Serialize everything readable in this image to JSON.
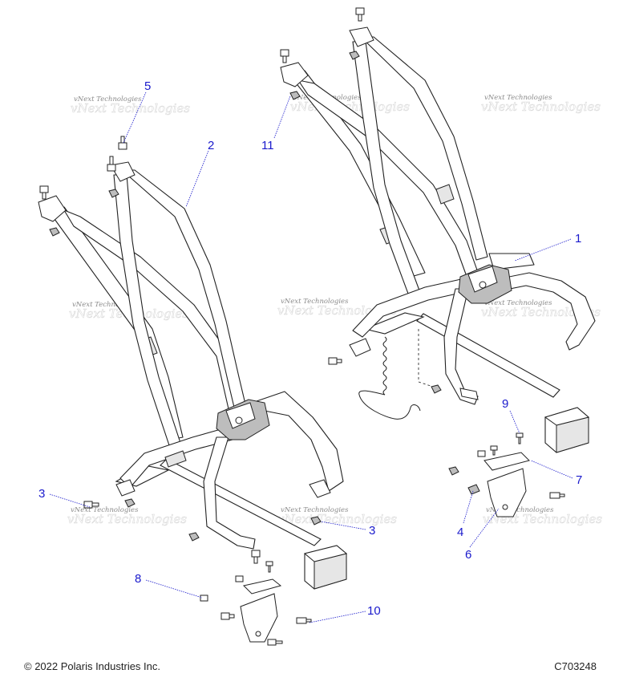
{
  "callouts": [
    {
      "id": "c1",
      "label": "1"
    },
    {
      "id": "c2",
      "label": "2"
    },
    {
      "id": "c3a",
      "label": "3"
    },
    {
      "id": "c3b",
      "label": "3"
    },
    {
      "id": "c4",
      "label": "4"
    },
    {
      "id": "c5",
      "label": "5"
    },
    {
      "id": "c6",
      "label": "6"
    },
    {
      "id": "c7",
      "label": "7"
    },
    {
      "id": "c8",
      "label": "8"
    },
    {
      "id": "c9",
      "label": "9"
    },
    {
      "id": "c10",
      "label": "10"
    },
    {
      "id": "c11",
      "label": "11"
    }
  ],
  "watermark": "vNext Technologies",
  "footer": {
    "copyright": "© 2022 Polaris Industries Inc.",
    "diagram_id": "C703248"
  }
}
